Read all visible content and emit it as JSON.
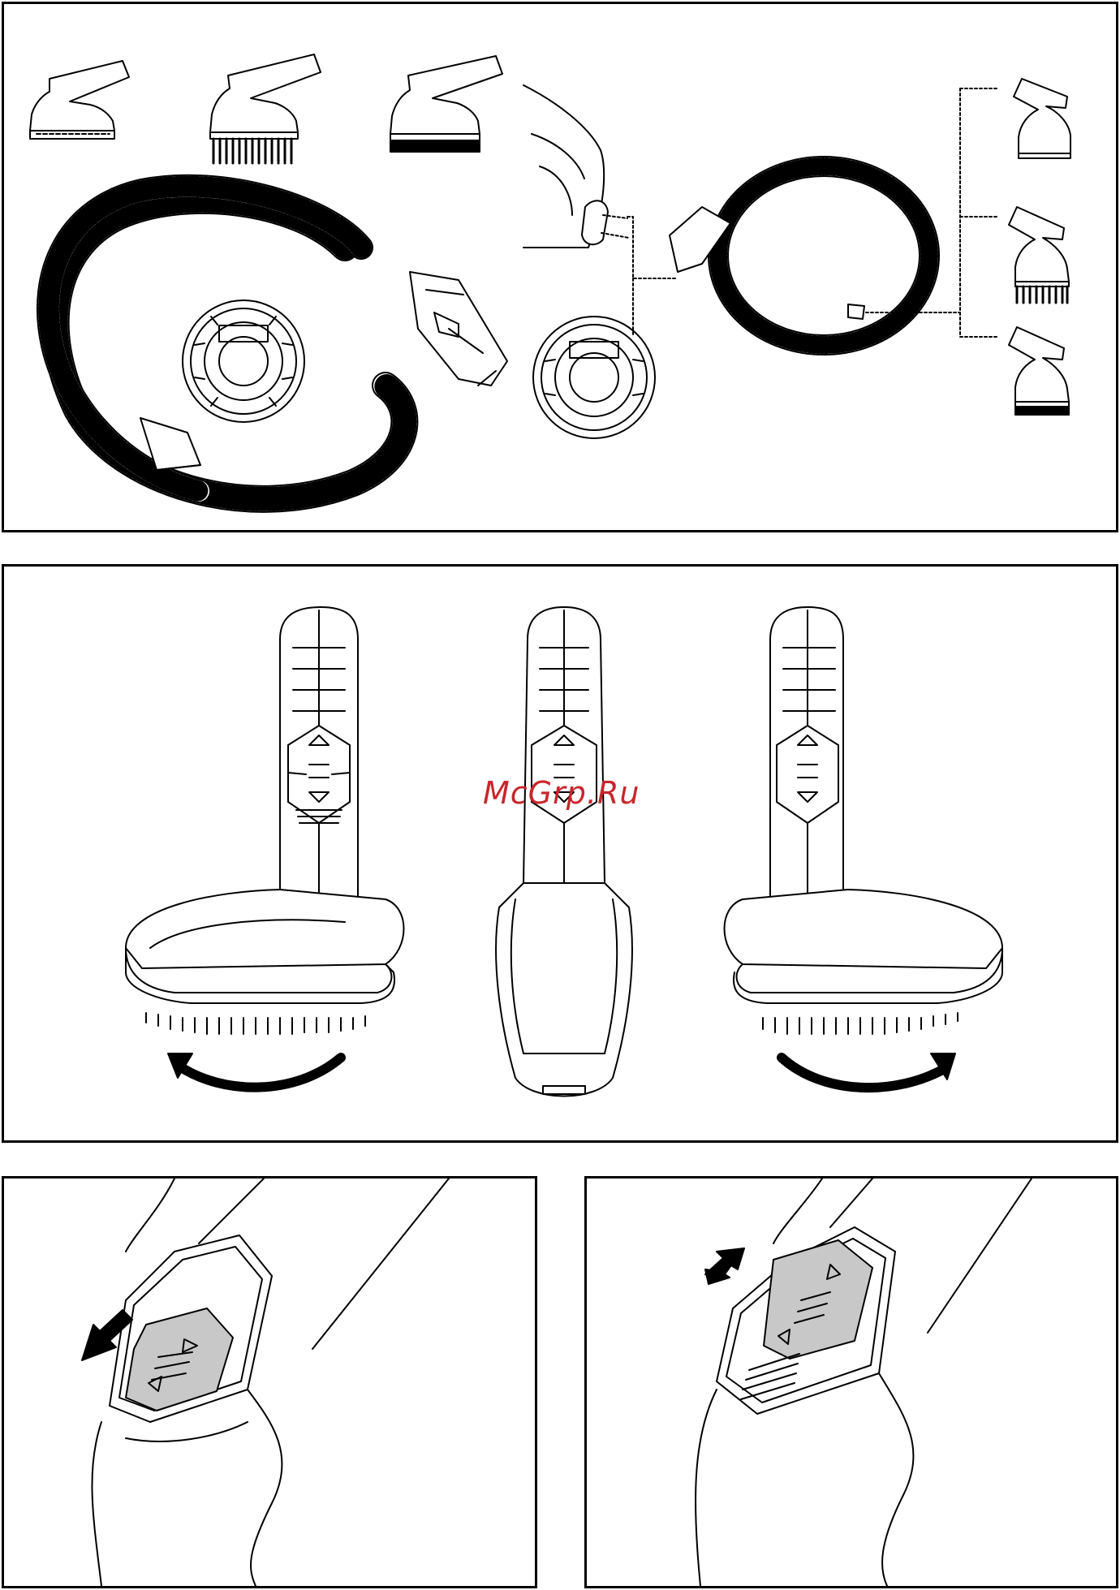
{
  "watermark": {
    "text": "McGrp.Ru"
  },
  "colors": {
    "line": "#000000",
    "button_fill": "#c8c8c8",
    "watermark": "#c8262c"
  },
  "panels": [
    {
      "id": "hose-and-attachments",
      "icons": [
        "hose-icon",
        "connector-disc-icon",
        "brush-attachment-icon",
        "vacuum-body-icon"
      ]
    },
    {
      "id": "rotating-brush",
      "icons": [
        "grooming-brush-icon",
        "rotate-arrow-icon"
      ]
    },
    {
      "id": "button-down",
      "icons": [
        "slide-button-icon",
        "arrow-down-icon"
      ]
    },
    {
      "id": "button-up",
      "icons": [
        "slide-button-icon",
        "arrow-up-icon"
      ]
    }
  ]
}
